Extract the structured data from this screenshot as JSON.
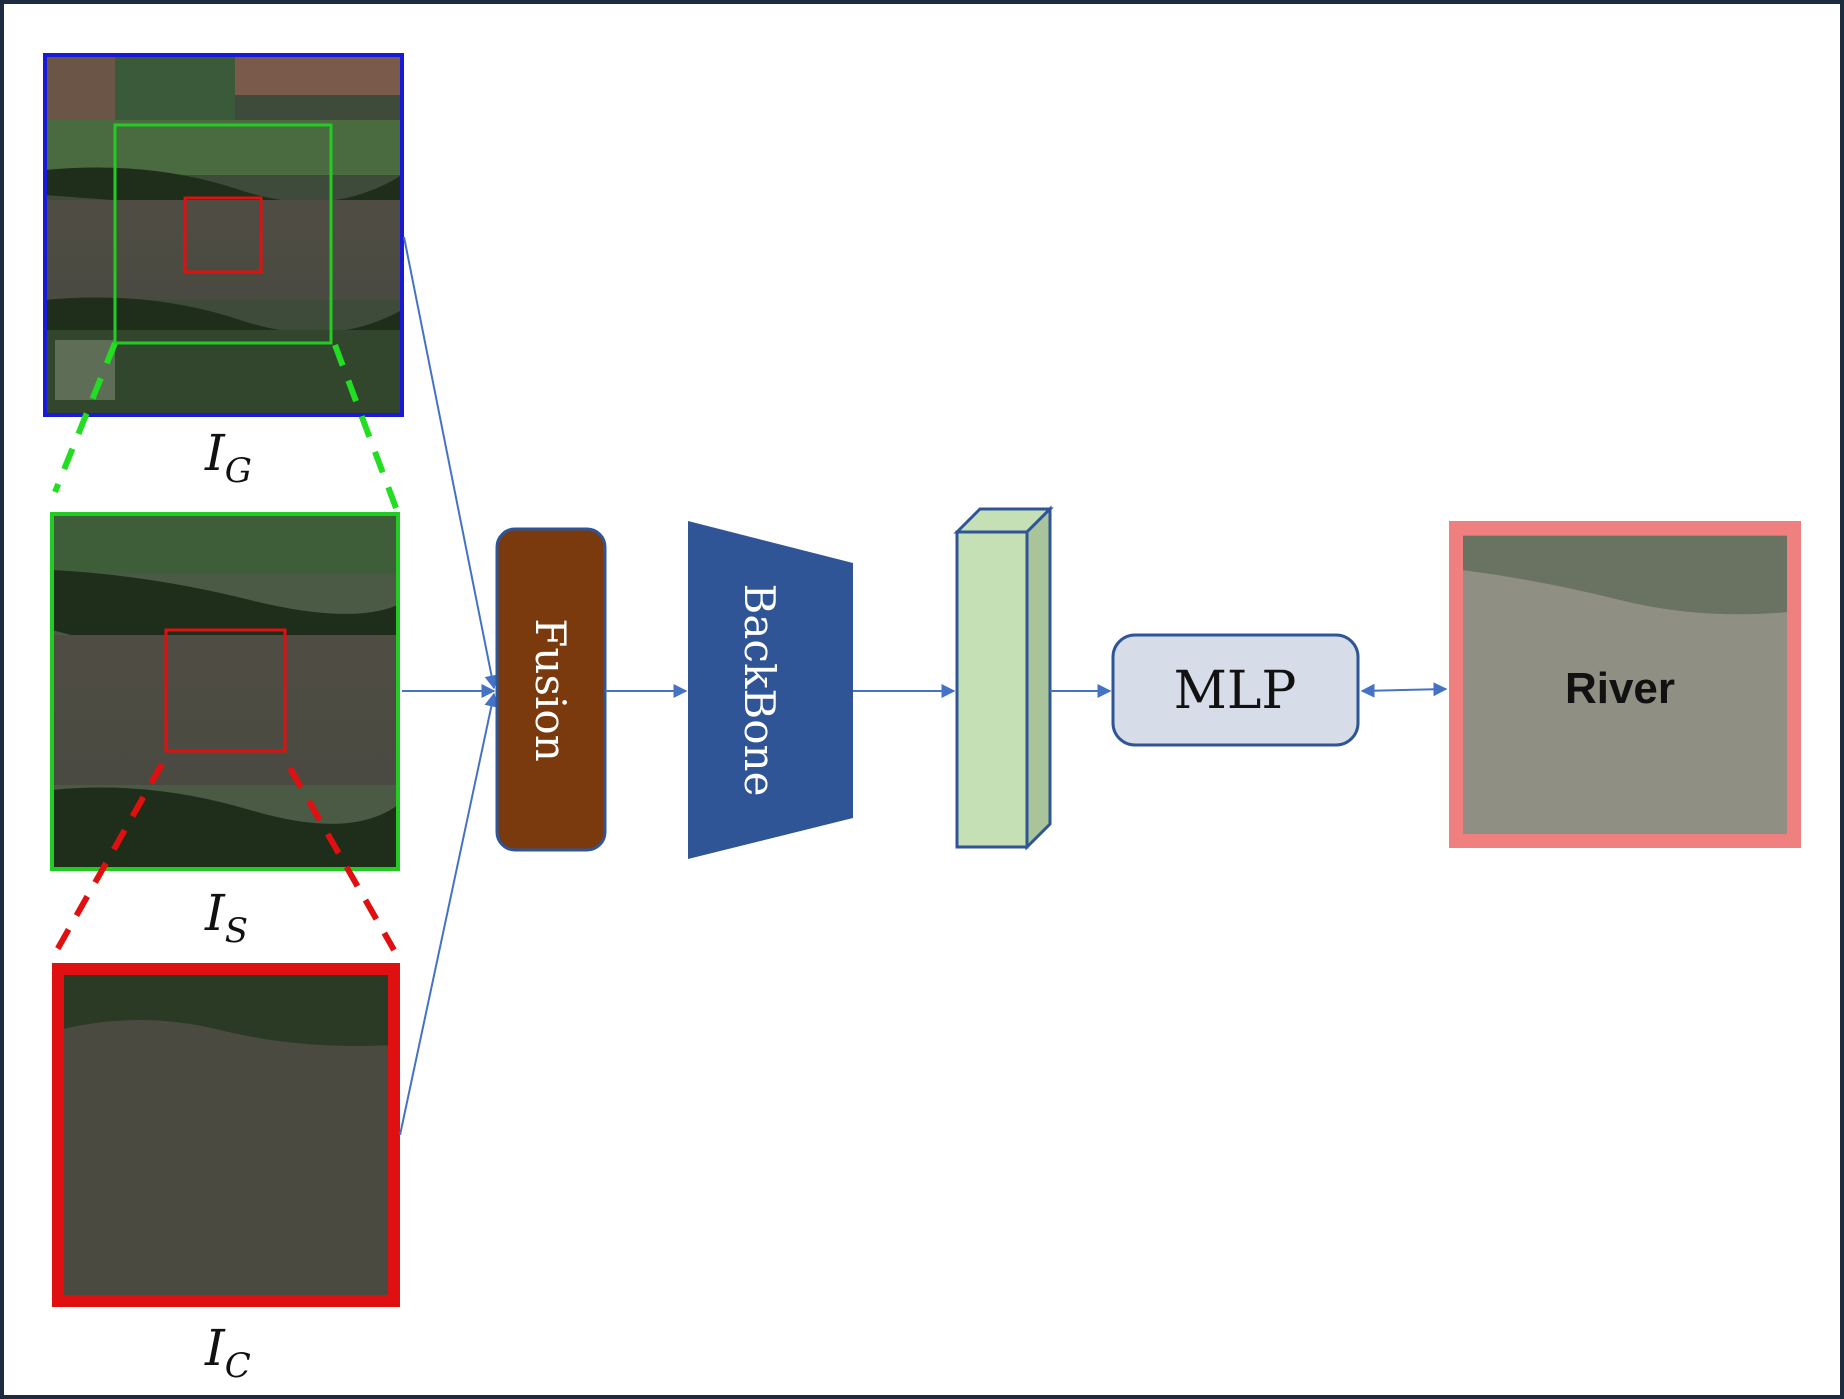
{
  "panels": {
    "global": {
      "label_main": "I",
      "label_sub": "G",
      "border_color": "#1a1ad6"
    },
    "scene": {
      "label_main": "I",
      "label_sub": "S",
      "border_color": "#22cc22"
    },
    "center": {
      "label_main": "I",
      "label_sub": "C",
      "border_color": "#e01010"
    }
  },
  "blocks": {
    "fusion": {
      "label": "Fusion",
      "color": "#7a3a0e"
    },
    "backbone": {
      "label": "BackBone",
      "color": "#2f5597"
    },
    "feature": {
      "color": "#c5e0b4"
    },
    "mlp": {
      "label": "MLP",
      "color": "#d6dce8"
    }
  },
  "output": {
    "label": "River",
    "border_color": "#f08080"
  },
  "colors": {
    "arrow": "#4472c4",
    "frame": "#1d2b3f"
  }
}
